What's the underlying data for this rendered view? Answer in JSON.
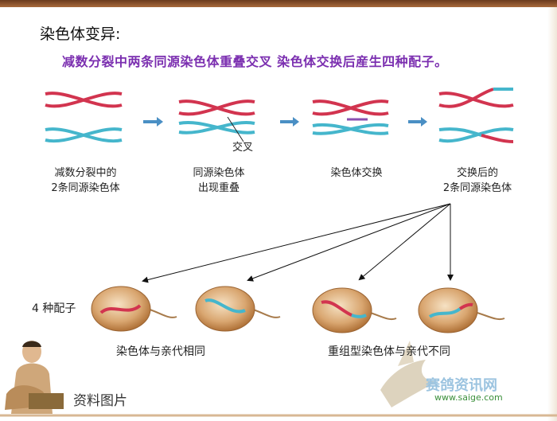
{
  "title": "染色体变异:",
  "subtitle": "减数分裂中两条同源染色体重叠交叉 染色体交换后産生四种配子。",
  "crossover_label": "交叉",
  "stages": [
    {
      "line1": "减数分裂中的",
      "line2": "2条同源染色体"
    },
    {
      "line1": "同源染色体",
      "line2": "出现重叠"
    },
    {
      "line1": "染色体交换",
      "line2": ""
    },
    {
      "line1": "交换后的",
      "line2": "2条同源染色体"
    }
  ],
  "gametes_label": "4 种配子",
  "group_same": "染色体与亲代相同",
  "group_recombinant": "重组型染色体与亲代不同",
  "footer_label": "资料图片",
  "watermark": {
    "name": "赛鸽资讯网",
    "url": "www.saige.com"
  },
  "colors": {
    "red_chromosome": "#d2344f",
    "blue_chromosome": "#45b6cc",
    "title": "#7b2fb0",
    "arrow": "#4a8fc4",
    "cell": "#c48a50"
  }
}
